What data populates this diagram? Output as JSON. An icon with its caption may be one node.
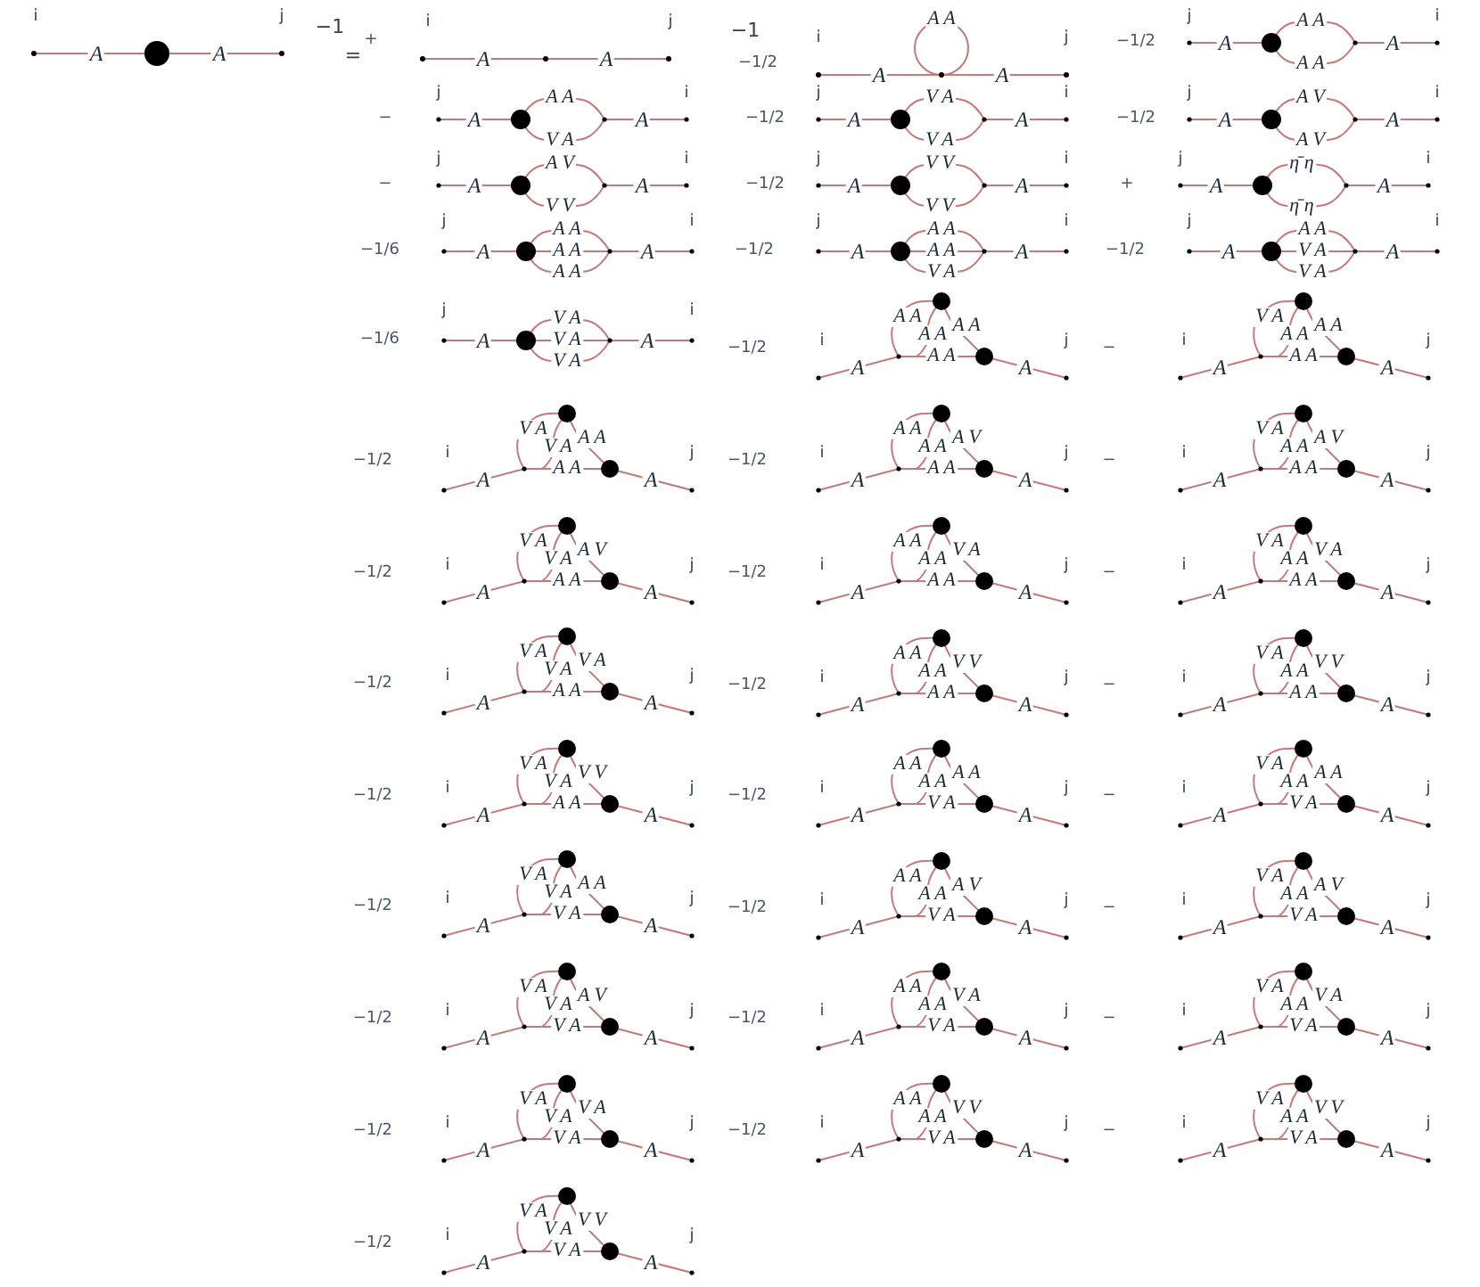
{
  "diagram": {
    "labels": [
      "i",
      "j",
      "A",
      "A",
      "−1",
      "=",
      "+",
      "i",
      "j",
      "A",
      "A",
      "−1",
      "−",
      "j",
      "i",
      "A",
      "A A",
      "V A",
      "A",
      "−",
      "j",
      "i",
      "A",
      "A V",
      "V V",
      "A",
      "−1/6",
      "j",
      "i",
      "A",
      "A A",
      "A A",
      "A A",
      "A",
      "−1/6",
      "j",
      "i",
      "A",
      "V A",
      "V A",
      "V A",
      "A",
      "−1/2",
      "i",
      "j",
      "A",
      "A",
      "V A",
      "V A",
      "A A",
      "A A",
      "−1/2",
      "i",
      "j",
      "A",
      "A",
      "V A",
      "V A",
      "A V",
      "A A",
      "−1/2",
      "i",
      "j",
      "A",
      "A",
      "V A",
      "V A",
      "V A",
      "A A",
      "−1/2",
      "i",
      "j",
      "A",
      "A",
      "V A",
      "V A",
      "V V",
      "A A",
      "−1/2",
      "i",
      "j",
      "A",
      "A",
      "V A",
      "V A",
      "A A",
      "V A",
      "−1/2",
      "i",
      "j",
      "A",
      "A",
      "V A",
      "V A",
      "A V",
      "V A",
      "−1/2",
      "i",
      "j",
      "A",
      "A",
      "V A",
      "V A",
      "V A",
      "V A",
      "−1/2",
      "i",
      "j",
      "A",
      "A",
      "V A",
      "V A",
      "V V",
      "V A",
      "−1/2",
      "i",
      "j",
      "A A",
      "A",
      "A",
      "−1/2",
      "j",
      "i",
      "A",
      "V A",
      "V A",
      "A",
      "−1/2",
      "j",
      "i",
      "A",
      "V V",
      "V V",
      "A",
      "−1/2",
      "j",
      "i",
      "A",
      "A A",
      "A A",
      "V A",
      "A",
      "−1/2",
      "i",
      "j",
      "A",
      "A",
      "A A",
      "A A",
      "A A",
      "A A",
      "−1/2",
      "i",
      "j",
      "A",
      "A",
      "A A",
      "A A",
      "A V",
      "A A",
      "−1/2",
      "i",
      "j",
      "A",
      "A",
      "A A",
      "A A",
      "V A",
      "A A",
      "−1/2",
      "i",
      "j",
      "A",
      "A",
      "A A",
      "A A",
      "V V",
      "A A",
      "−1/2",
      "i",
      "j",
      "A",
      "A",
      "A A",
      "A A",
      "A A",
      "V A",
      "−1/2",
      "i",
      "j",
      "A",
      "A",
      "A A",
      "A A",
      "A V",
      "V A",
      "−1/2",
      "i",
      "j",
      "A",
      "A",
      "A A",
      "A A",
      "V A",
      "V A",
      "−1/2",
      "i",
      "j",
      "A",
      "A",
      "A A",
      "A A",
      "V V",
      "V A",
      "−1/2",
      "j",
      "i",
      "A",
      "A A",
      "A A",
      "A",
      "−1/2",
      "j",
      "i",
      "A",
      "A V",
      "A V",
      "A",
      "+",
      "j",
      "i",
      "A",
      "η̄ η",
      "η̄ η",
      "A",
      "−1/2",
      "j",
      "i",
      "A",
      "A A",
      "V A",
      "V A",
      "A",
      "−",
      "i",
      "j",
      "A",
      "A",
      "V A",
      "A A",
      "A A",
      "A A",
      "−",
      "i",
      "j",
      "A",
      "A",
      "V A",
      "A A",
      "A V",
      "A A",
      "−",
      "i",
      "j",
      "A",
      "A",
      "V A",
      "A A",
      "V A",
      "A A",
      "−",
      "i",
      "j",
      "A",
      "A",
      "V A",
      "A A",
      "V V",
      "A A",
      "−",
      "i",
      "j",
      "A",
      "A",
      "V A",
      "A A",
      "A A",
      "V A",
      "−",
      "i",
      "j",
      "A",
      "A",
      "V A",
      "A A",
      "A V",
      "V A",
      "−",
      "i",
      "j",
      "A",
      "A",
      "V A",
      "A A",
      "V A",
      "V A",
      "−",
      "i",
      "j",
      "A",
      "A",
      "V A",
      "A A",
      "V V",
      "V A"
    ]
  }
}
